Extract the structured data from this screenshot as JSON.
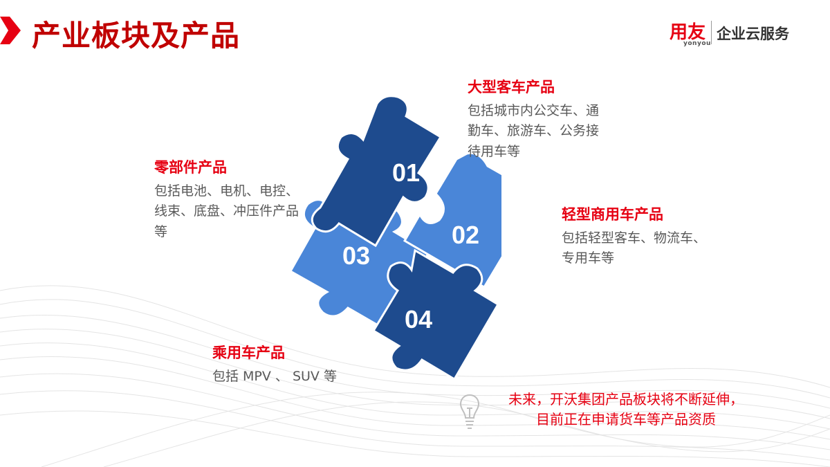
{
  "header": {
    "title": "产业板块及产品",
    "logo_main": "用友",
    "logo_sub": "yonyou",
    "logo_text": "企业云服务"
  },
  "puzzle": {
    "pieces": [
      {
        "number": "01",
        "color": "#1e4b8e"
      },
      {
        "number": "02",
        "color": "#4a86d8"
      },
      {
        "number": "03",
        "color": "#4a86d8"
      },
      {
        "number": "04",
        "color": "#1e4b8e"
      }
    ]
  },
  "blocks": [
    {
      "title": "大型客车产品",
      "desc": "包括城市内公交车、通勤车、旅游车、公务接待用车等"
    },
    {
      "title": "轻型商用车产品",
      "desc": "包括轻型客车、物流车、专用车等"
    },
    {
      "title": "零部件产品",
      "desc": "包括电池、电机、电控、线束、底盘、冲压件产品等"
    },
    {
      "title": "乘用车产品",
      "desc": "包括 MPV 、 SUV 等"
    }
  ],
  "note": {
    "line1": "未来，开沃集团产品板块将不断延伸，",
    "line2": "目前正在申请货车等产品资质"
  },
  "colors": {
    "accent": "#e60012",
    "title": "#c00000",
    "dark_blue": "#1e4b8e",
    "light_blue": "#4a86d8"
  }
}
